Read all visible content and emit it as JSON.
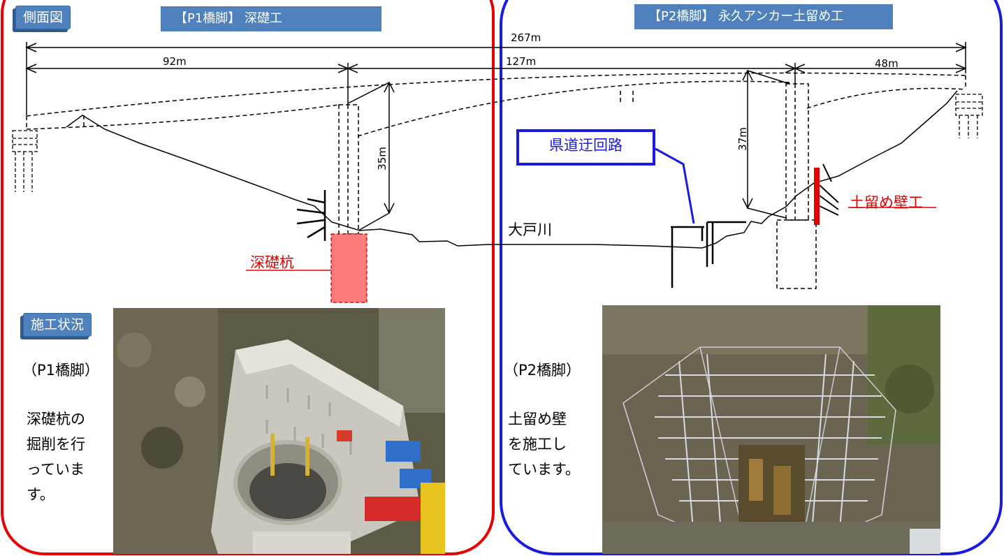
{
  "tabs": {
    "side_view": "側面図",
    "construction": "施工状況"
  },
  "headers": {
    "p1": "【P1橋脚】 深礎工",
    "p2": "【P2橋脚】 永久アンカー土留め工"
  },
  "dimensions": {
    "total": "267m",
    "span1": "92m",
    "span2": "127m",
    "span3": "48m",
    "p1_height": "35m",
    "p2_height": "37m"
  },
  "labels": {
    "deep_pile": "深礎杭",
    "retaining_wall": "土留め壁工",
    "river": "大戸川",
    "detour": "県道迂回路"
  },
  "descriptions": {
    "p1": {
      "pier": "（P1橋脚）",
      "lines": [
        "深礎杭の",
        "掘削を行",
        "っていま",
        "す。"
      ]
    },
    "p2": {
      "pier": "（P2橋脚）",
      "lines": [
        "土留め壁",
        "を施工し",
        "ています。"
      ]
    }
  },
  "colors": {
    "p1_frame": "#e60000",
    "p2_frame": "#1a1ae0",
    "tab_blue": "#4f81bd",
    "deep_pile_fill": "#ff7b7b",
    "accent_red": "#e00000"
  }
}
